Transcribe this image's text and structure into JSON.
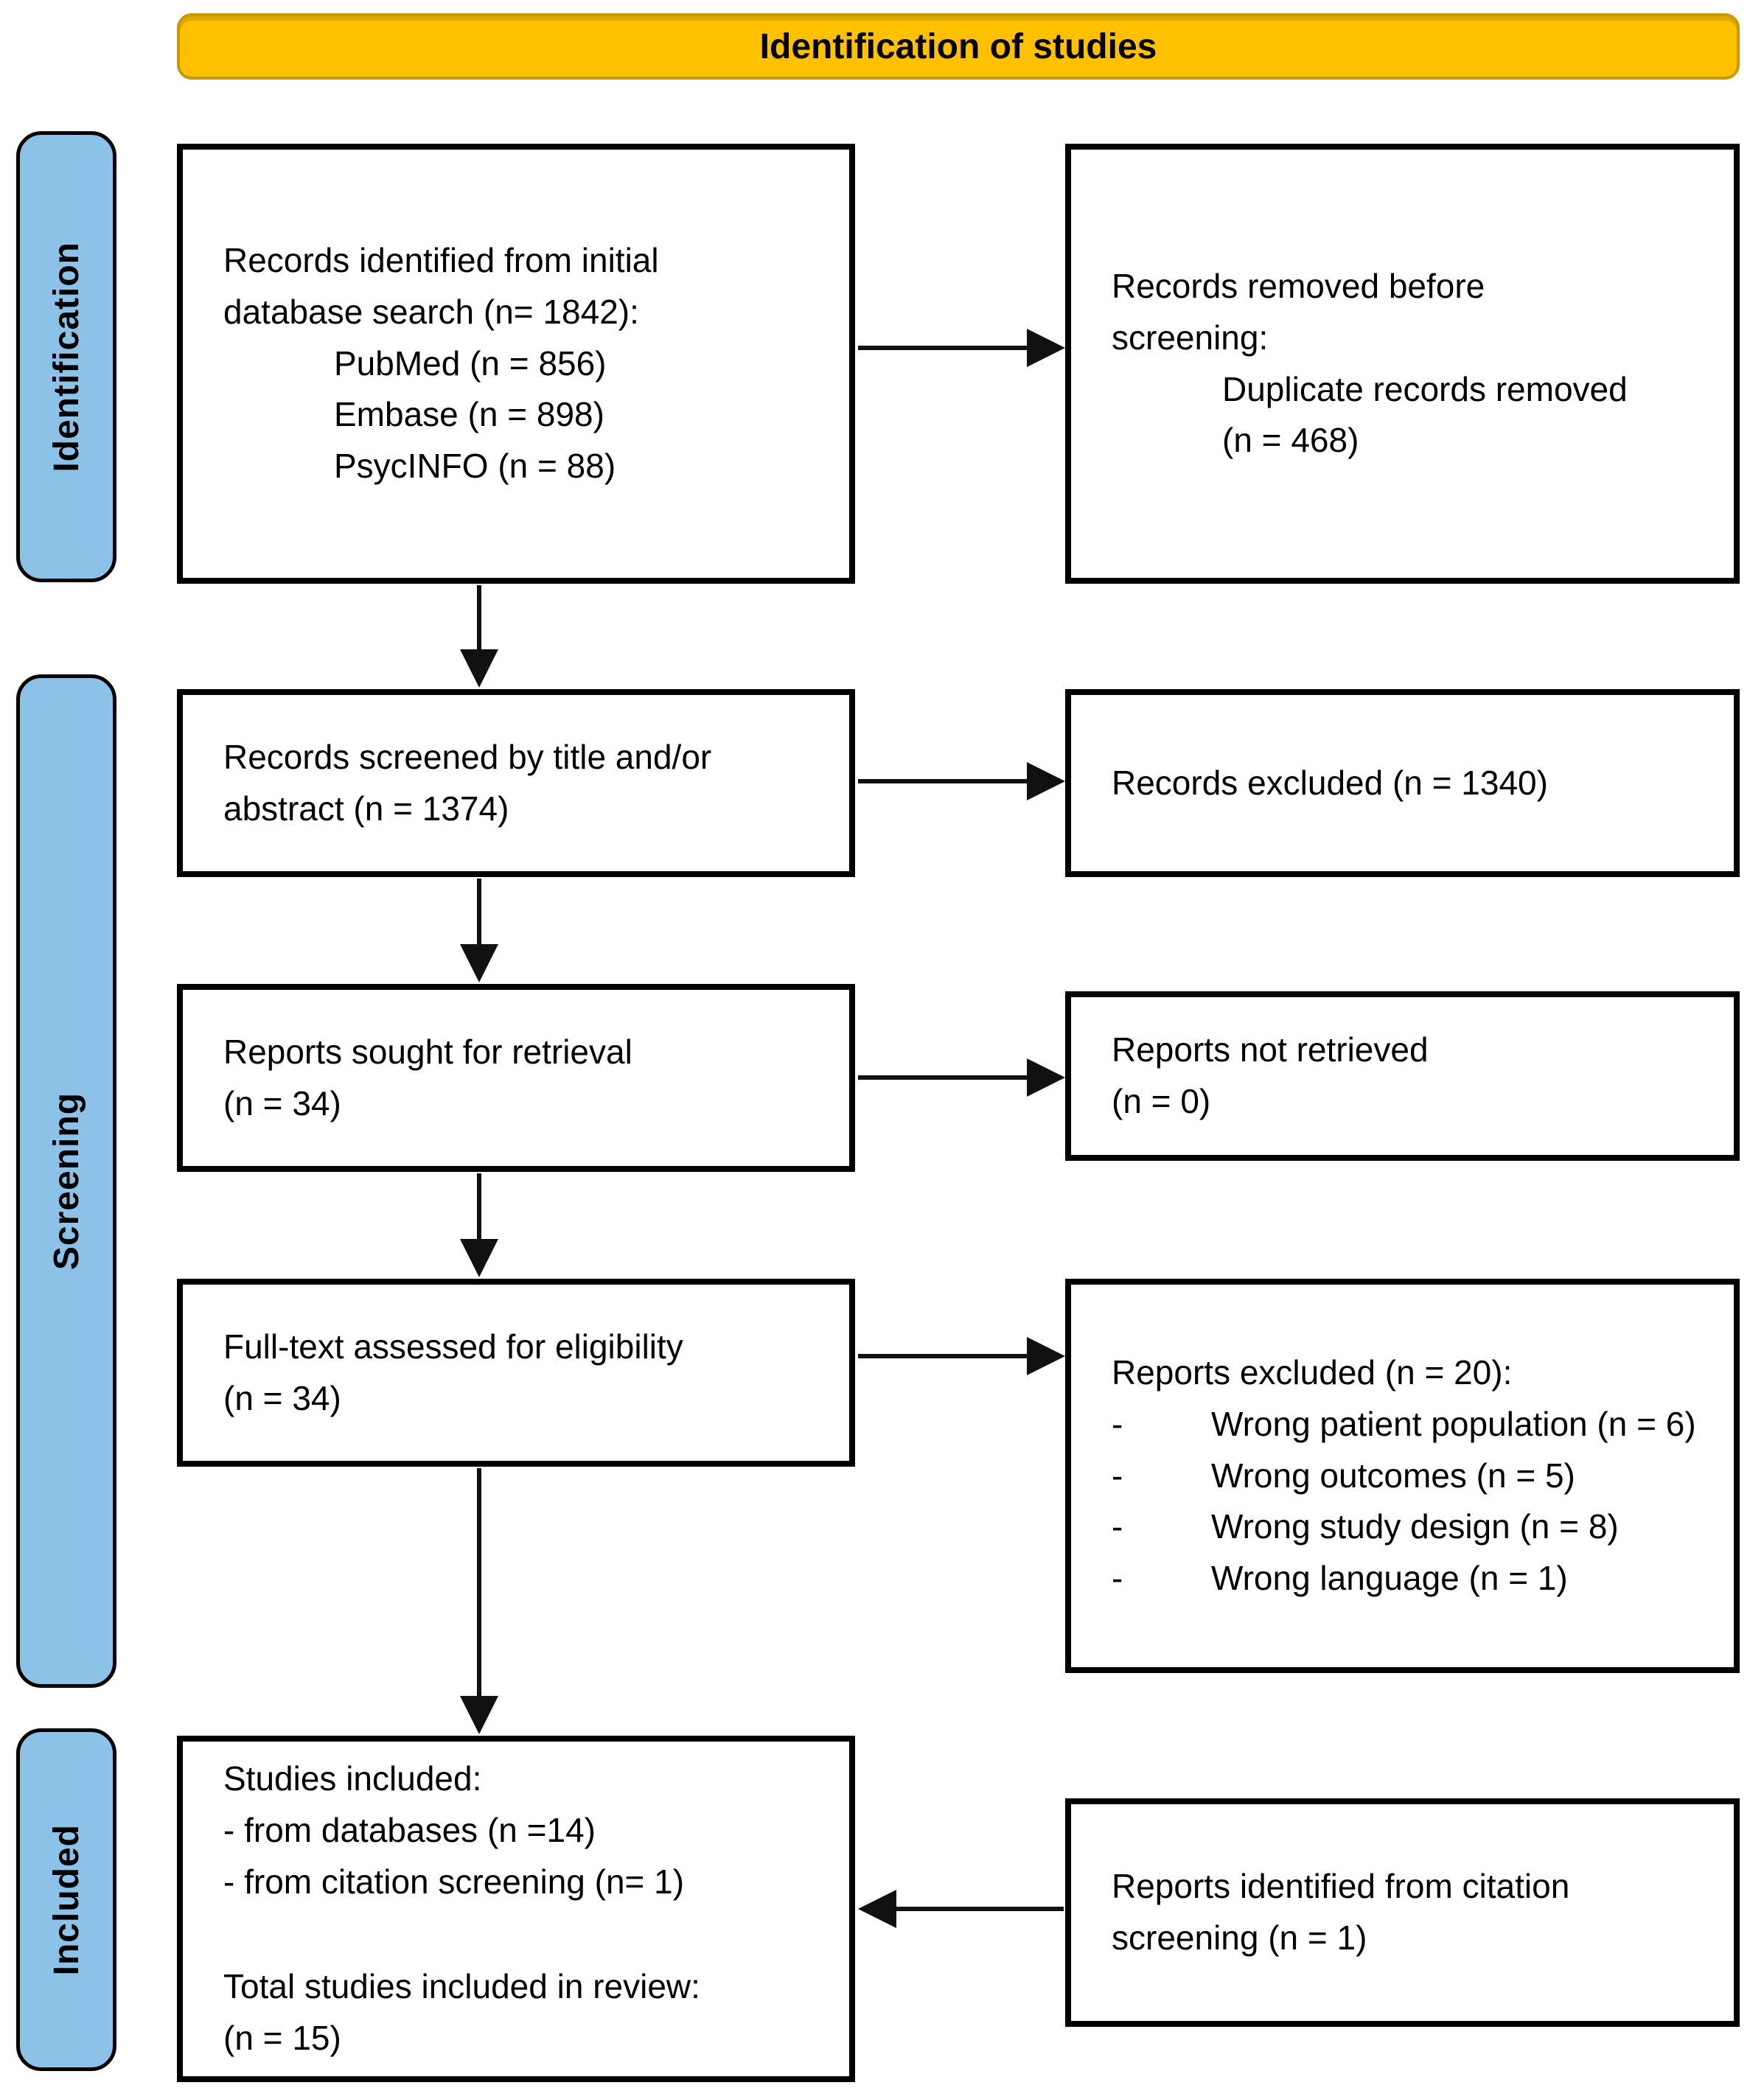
{
  "banner": {
    "title": "Identification of studies"
  },
  "colors": {
    "banner_bg": "#FFC000",
    "banner_border": "#C99700",
    "stage_bg": "#8CC2E7",
    "ink": "#000000"
  },
  "stages": {
    "identification": "Identification",
    "screening": "Screening",
    "included": "Included"
  },
  "boxes": {
    "records_identified": {
      "line1": "Records identified from initial",
      "line2": "database search (n= 1842):",
      "source1": "PubMed (n = 856)",
      "source2": "Embase (n = 898)",
      "source3": "PsycINFO (n = 88)"
    },
    "records_removed": {
      "line1": "Records removed before",
      "line2": "screening:",
      "detail1": "Duplicate records removed",
      "detail2": "(n = 468)"
    },
    "records_screened": {
      "line1": "Records screened by title and/or",
      "line2": "abstract (n = 1374)"
    },
    "records_excluded": {
      "line1": "Records excluded (n = 1340)"
    },
    "reports_sought": {
      "line1": "Reports sought for retrieval",
      "line2": "(n = 34)"
    },
    "reports_not_retrieved": {
      "line1": "Reports not retrieved",
      "line2": "(n = 0)"
    },
    "fulltext_assessed": {
      "line1": "Full-text assessed for eligibility",
      "line2": "(n = 34)"
    },
    "reports_excluded": {
      "title": "Reports excluded (n = 20):",
      "bullet": "-",
      "reason1": "Wrong patient population (n = 6)",
      "reason2": "Wrong outcomes (n = 5)",
      "reason3": "Wrong study design (n = 8)",
      "reason4": "Wrong language (n = 1)"
    },
    "studies_included": {
      "title": "Studies included:",
      "item1": "- from databases (n =14)",
      "item2": "- from citation screening (n= 1)",
      "total1": "Total studies included in review:",
      "total2": "(n = 15)"
    },
    "citation_reports": {
      "line1": "Reports identified from citation",
      "line2": "screening (n = 1)"
    }
  }
}
